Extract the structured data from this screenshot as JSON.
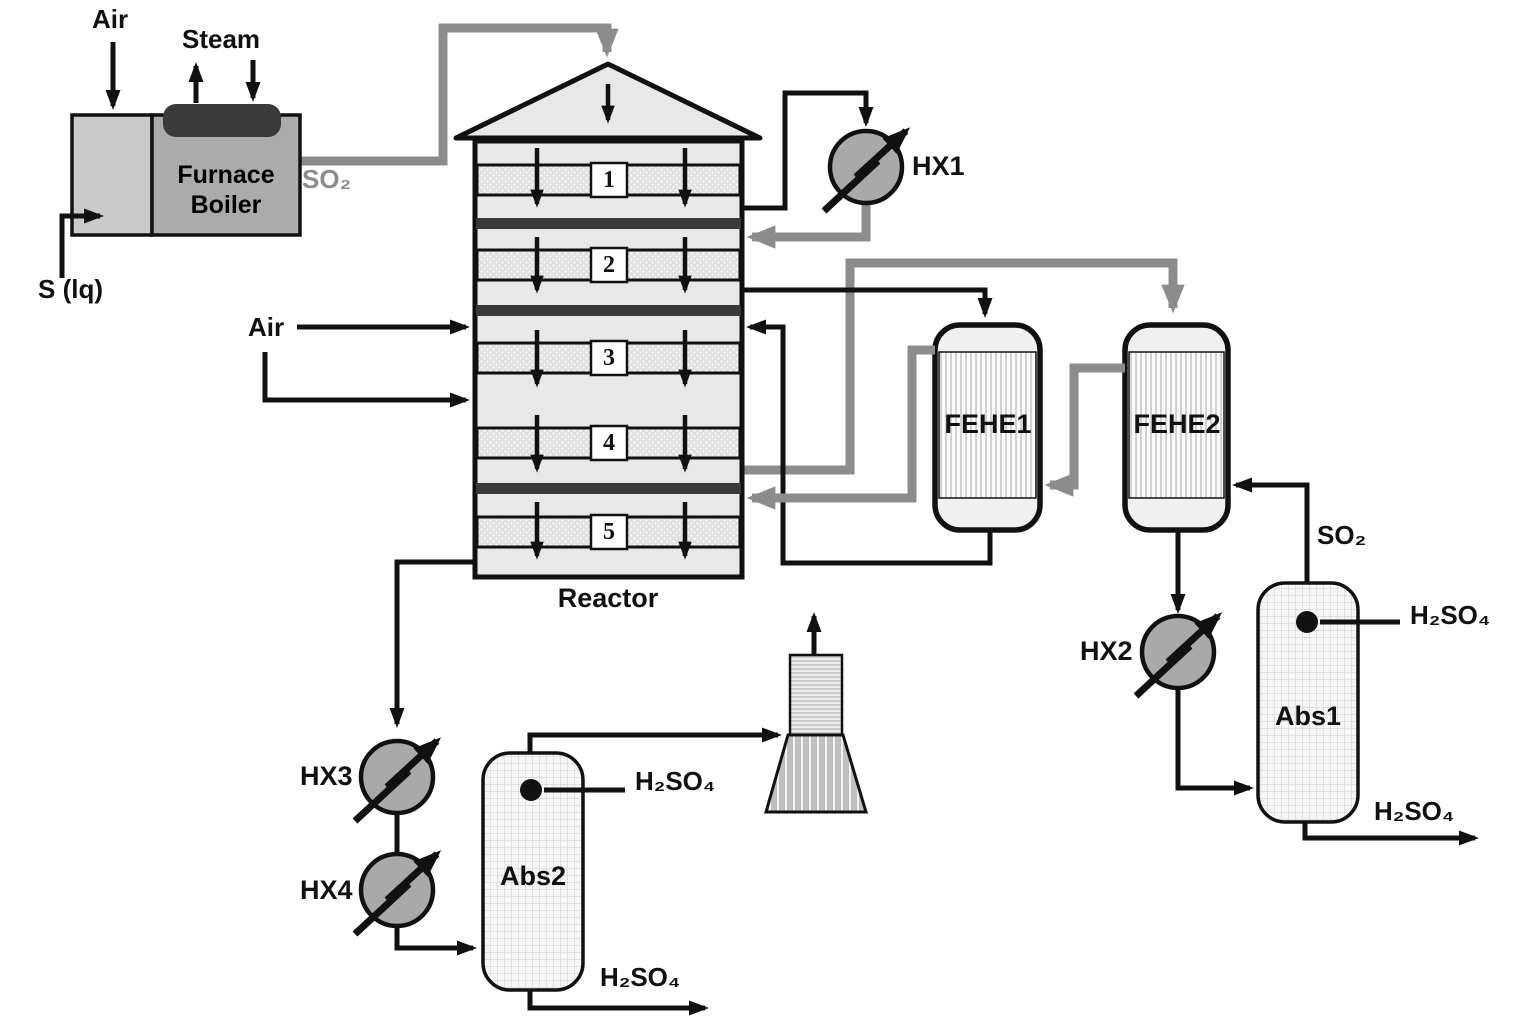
{
  "equipment": {
    "furnace": {
      "label_line1": "Furnace",
      "label_line2": "Boiler"
    },
    "reactor": {
      "label": "Reactor",
      "beds": [
        "1",
        "2",
        "3",
        "4",
        "5"
      ]
    },
    "hx1": "HX1",
    "hx2": "HX2",
    "hx3": "HX3",
    "hx4": "HX4",
    "fehe1": "FEHE1",
    "fehe2": "FEHE2",
    "abs1": "Abs1",
    "abs2": "Abs2"
  },
  "streams": {
    "air_furnace": "Air",
    "air_reactor": "Air",
    "steam": "Steam",
    "sulfur": "S (lq)",
    "so2_furnace": "SO₂",
    "so2_recycle": "SO₂",
    "h2so4_abs1_in": "H₂SO₄",
    "h2so4_abs1_out": "H₂SO₄",
    "h2so4_abs2_in": "H₂SO₄",
    "h2so4_abs2_out": "H₂SO₄"
  },
  "colors": {
    "line_black": "#111111",
    "line_gray": "#8c8c8c",
    "vessel_fill": "#e8e8e8",
    "separator": "#3a3a3a",
    "hx_fill": "#a9a9a9",
    "furnace_left": "#c9c9c9",
    "furnace_right": "#ababab",
    "drum": "#3a3a3a",
    "paper": "#ffffff"
  }
}
